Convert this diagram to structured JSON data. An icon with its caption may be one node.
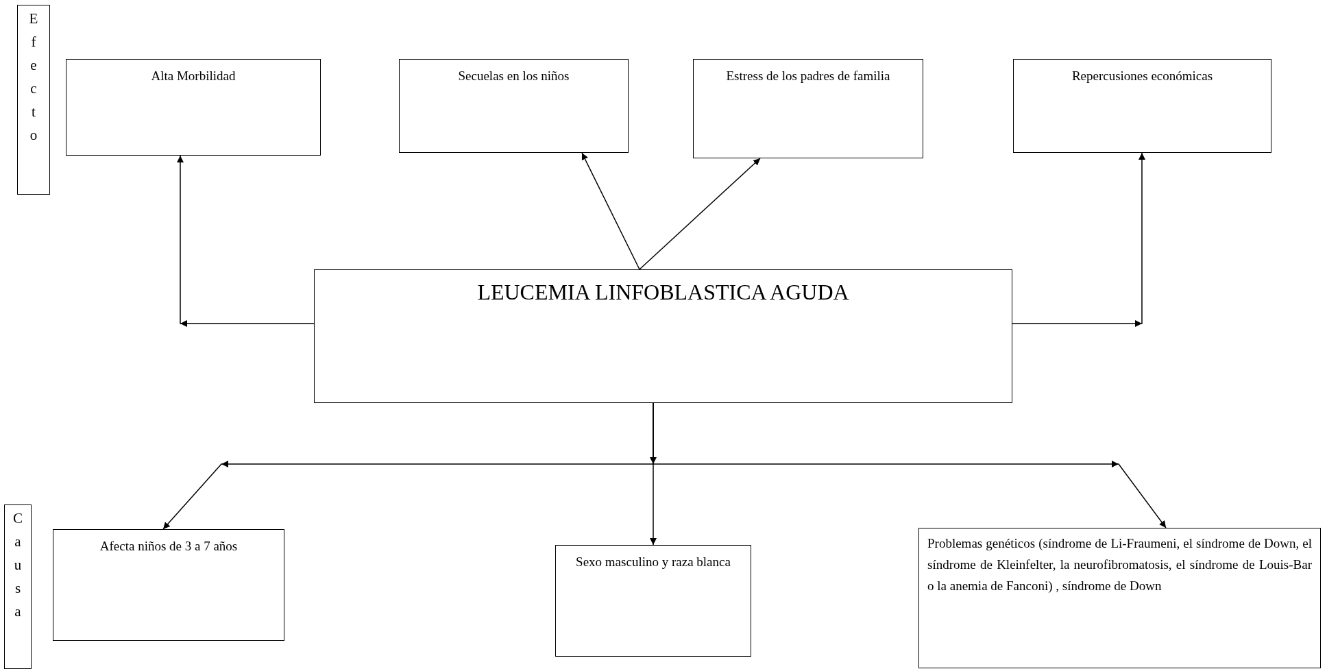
{
  "diagram": {
    "nodes": [
      {
        "text": [
          "Efecto"
        ]
      },
      {
        "text": [
          "Alta Morbilidad"
        ]
      },
      {
        "text": [
          "Secuelas en los niños"
        ]
      },
      {
        "text": [
          "Estress de los padres de familia"
        ]
      },
      {
        "text": [
          "Repercusiones económicas"
        ]
      },
      {
        "text": [
          "LEUCEMIA LINFOBLASTICA AGUDA"
        ]
      },
      {
        "text": [
          "Causa"
        ]
      },
      {
        "text": [
          "Afecta niños de 3 a 7 años"
        ]
      },
      {
        "text": [
          "Sexo masculino y raza blanca"
        ]
      },
      {
        "text": [
          "Problemas genéticos (síndrome de Li-Fraumeni, el síndrome de Down, el síndrome de Kleinfelter, la neurofibromatosis, el síndrome de Louis-Bar o la anemia de Fanconi) , síndrome de Down"
        ]
      }
    ],
    "edges": [
      {
        "from": 5,
        "to": 1,
        "arrow": "to"
      },
      {
        "from": 5,
        "to": 2,
        "arrow": "to"
      },
      {
        "from": 5,
        "to": 3,
        "arrow": "to"
      },
      {
        "from": 5,
        "to": 4,
        "arrow": "to"
      },
      {
        "from": 5,
        "to": 7,
        "arrow": "to"
      },
      {
        "from": 5,
        "to": 8,
        "arrow": "to"
      },
      {
        "from": 5,
        "to": 9,
        "arrow": "to"
      }
    ]
  }
}
